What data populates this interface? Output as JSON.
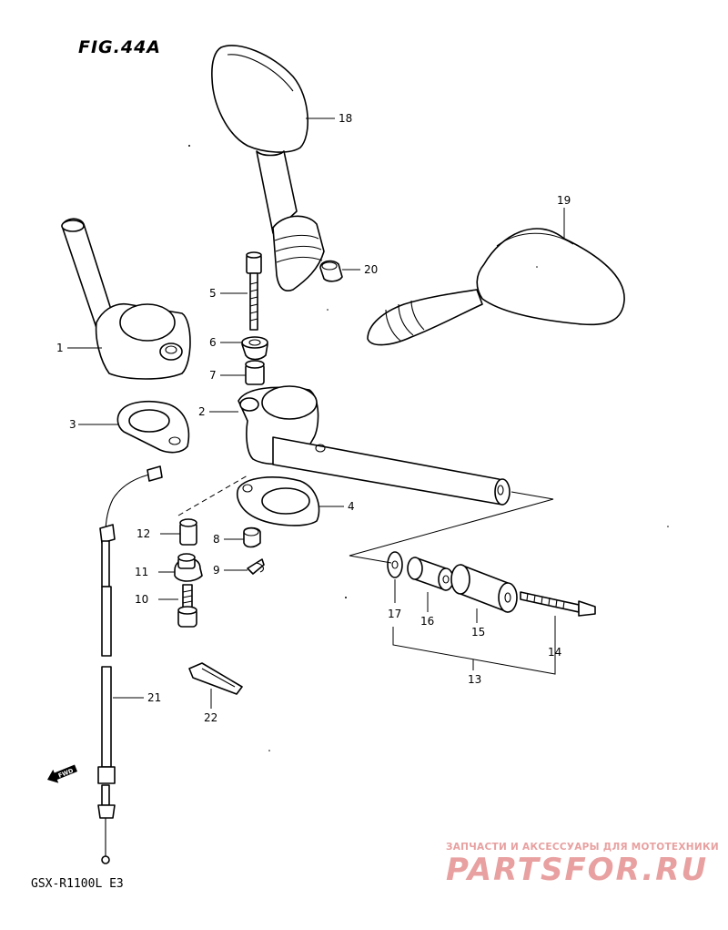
{
  "figure": {
    "title": "FIG.44A",
    "model": "GSX-R1100L E3",
    "direction_arrow": "FWD"
  },
  "callouts": {
    "p1": "1",
    "p2": "2",
    "p3": "3",
    "p4": "4",
    "p5": "5",
    "p6": "6",
    "p7": "7",
    "p8": "8",
    "p9": "9",
    "p10": "10",
    "p11": "11",
    "p12": "12",
    "p13": "13",
    "p14": "14",
    "p15": "15",
    "p16": "16",
    "p17": "17",
    "p18": "18",
    "p19": "19",
    "p20": "20",
    "p21": "21",
    "p22": "22"
  },
  "watermark": {
    "tagline": "ЗАПЧАСТИ И АКСЕССУАРЫ ДЛЯ МОТОТЕХНИКИ",
    "brand": "PARTSFOR.RU",
    "color": "#e8a0a0"
  }
}
